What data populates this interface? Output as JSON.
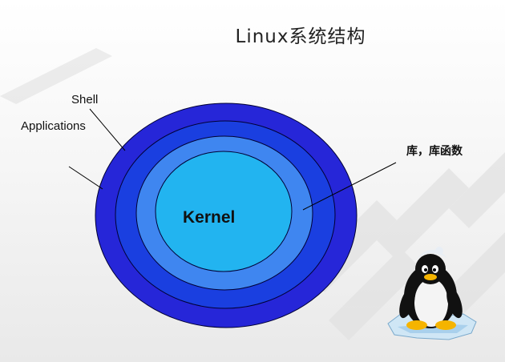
{
  "title": "Linux系统结构",
  "layers": {
    "applications": "Applications",
    "shell": "Shell",
    "libraries": "库，库函数",
    "kernel": "Kernel"
  },
  "colors": {
    "applications_ring": "#2626d8",
    "shell_ring": "#1a3fe0",
    "library_ring": "#3f86f0",
    "kernel_core": "#22b4f0",
    "outline": "#000033"
  },
  "mascot_icon": "tux-penguin-icon"
}
